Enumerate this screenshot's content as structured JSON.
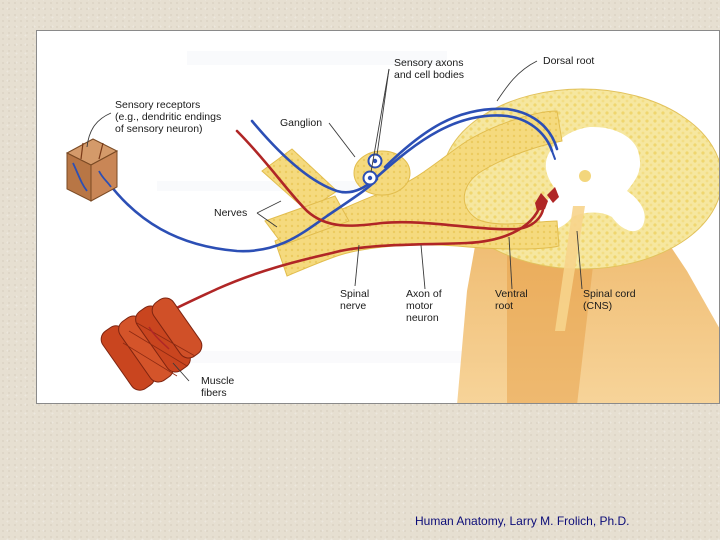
{
  "diagram": {
    "labels": {
      "sensory_axons_line1": "Sensory axons",
      "sensory_axons_line2": "and cell bodies",
      "dorsal_root": "Dorsal root",
      "sensory_receptors_line1": "Sensory receptors",
      "sensory_receptors_line2": "(e.g., dendritic endings",
      "sensory_receptors_line3": "of sensory neuron)",
      "ganglion": "Ganglion",
      "nerves": "Nerves",
      "spinal_nerve_line1": "Spinal",
      "spinal_nerve_line2": "nerve",
      "axon_motor_line1": "Axon of",
      "axon_motor_line2": "motor",
      "axon_motor_line3": "neuron",
      "ventral_root_line1": "Ventral",
      "ventral_root_line2": "root",
      "spinal_cord_line1": "Spinal cord",
      "spinal_cord_line2": "(CNS)",
      "muscle_line1": "Muscle",
      "muscle_line2": "fibers"
    },
    "colors": {
      "sensory_neuron": "#2c4fb5",
      "motor_neuron": "#b02626",
      "nerve_tissue": "#f4d878",
      "spinal_cord_white": "#f7e9a6",
      "grey_matter": "#ffffff",
      "muscle": "#c9451f"
    }
  },
  "footer": {
    "credit": "Human Anatomy, Larry M. Frolich, Ph.D."
  }
}
